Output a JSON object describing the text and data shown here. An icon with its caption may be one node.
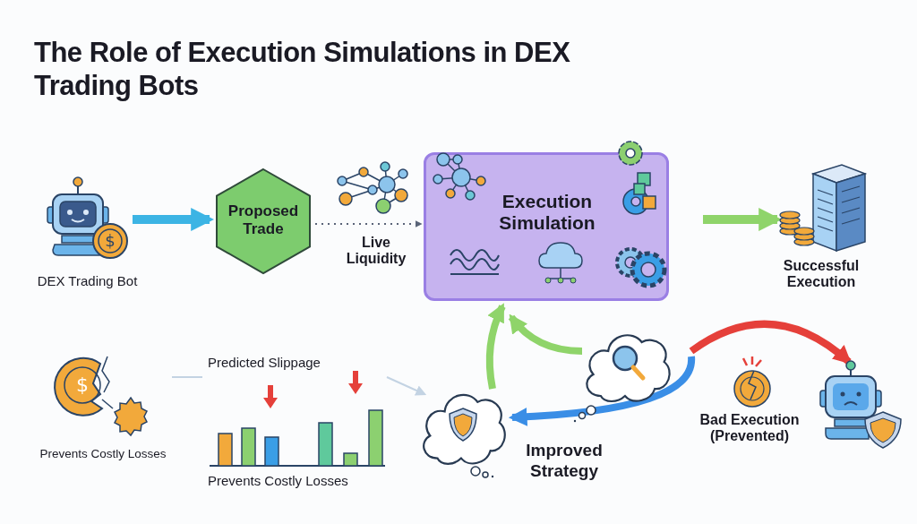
{
  "diagram": {
    "title": "The Role of Execution Simulations in DEX Trading Bots",
    "nodes": [
      {
        "text": [
          "DEX Trading Bot"
        ]
      },
      {
        "text": [
          "Proposed Trade"
        ]
      },
      {
        "text": [
          "Live Liquidity"
        ]
      },
      {
        "text": [
          "Execution Simulation"
        ]
      },
      {
        "text": [
          "Successful Execution"
        ]
      },
      {
        "text": [
          "Prevents Costly Losses"
        ]
      },
      {
        "text": [
          "Predicted Slippage",
          "Prevents Costly Losses"
        ]
      },
      {
        "text": [],
        "shape": "cloud"
      },
      {
        "text": [],
        "shape": "cloud"
      },
      {
        "text": [
          "Bad Execution (Prevented)"
        ]
      },
      {
        "text": [],
        "shape": "picture"
      }
    ],
    "edges": [
      {
        "from": 0,
        "to": 1,
        "arrow": "to",
        "color": "#3cb4e4"
      },
      {
        "from": 1,
        "to": 3,
        "arrow": "to",
        "style": "dashed",
        "color": "#5a6478"
      },
      {
        "from": 3,
        "to": 4,
        "arrow": "to",
        "color": "#8fd46a"
      },
      {
        "from": 5,
        "to": 6,
        "arrow": "none",
        "color": "#c3d3e3"
      },
      {
        "from": 6,
        "to": 7,
        "arrow": "to",
        "color": "#c3d3e3"
      },
      {
        "from": 7,
        "to": 3,
        "arrow": "to",
        "color": "#8fd46a"
      },
      {
        "from": 8,
        "to": 3,
        "arrow": "to",
        "color": "#8fd46a"
      },
      {
        "from": 8,
        "to": 7,
        "arrow": "to",
        "color": "#3a8ee6",
        "label": "Improved Strategy"
      },
      {
        "from": 8,
        "to": 10,
        "arrow": "to",
        "color": "#e5403a"
      }
    ],
    "labels": [
      "$",
      "$"
    ]
  }
}
